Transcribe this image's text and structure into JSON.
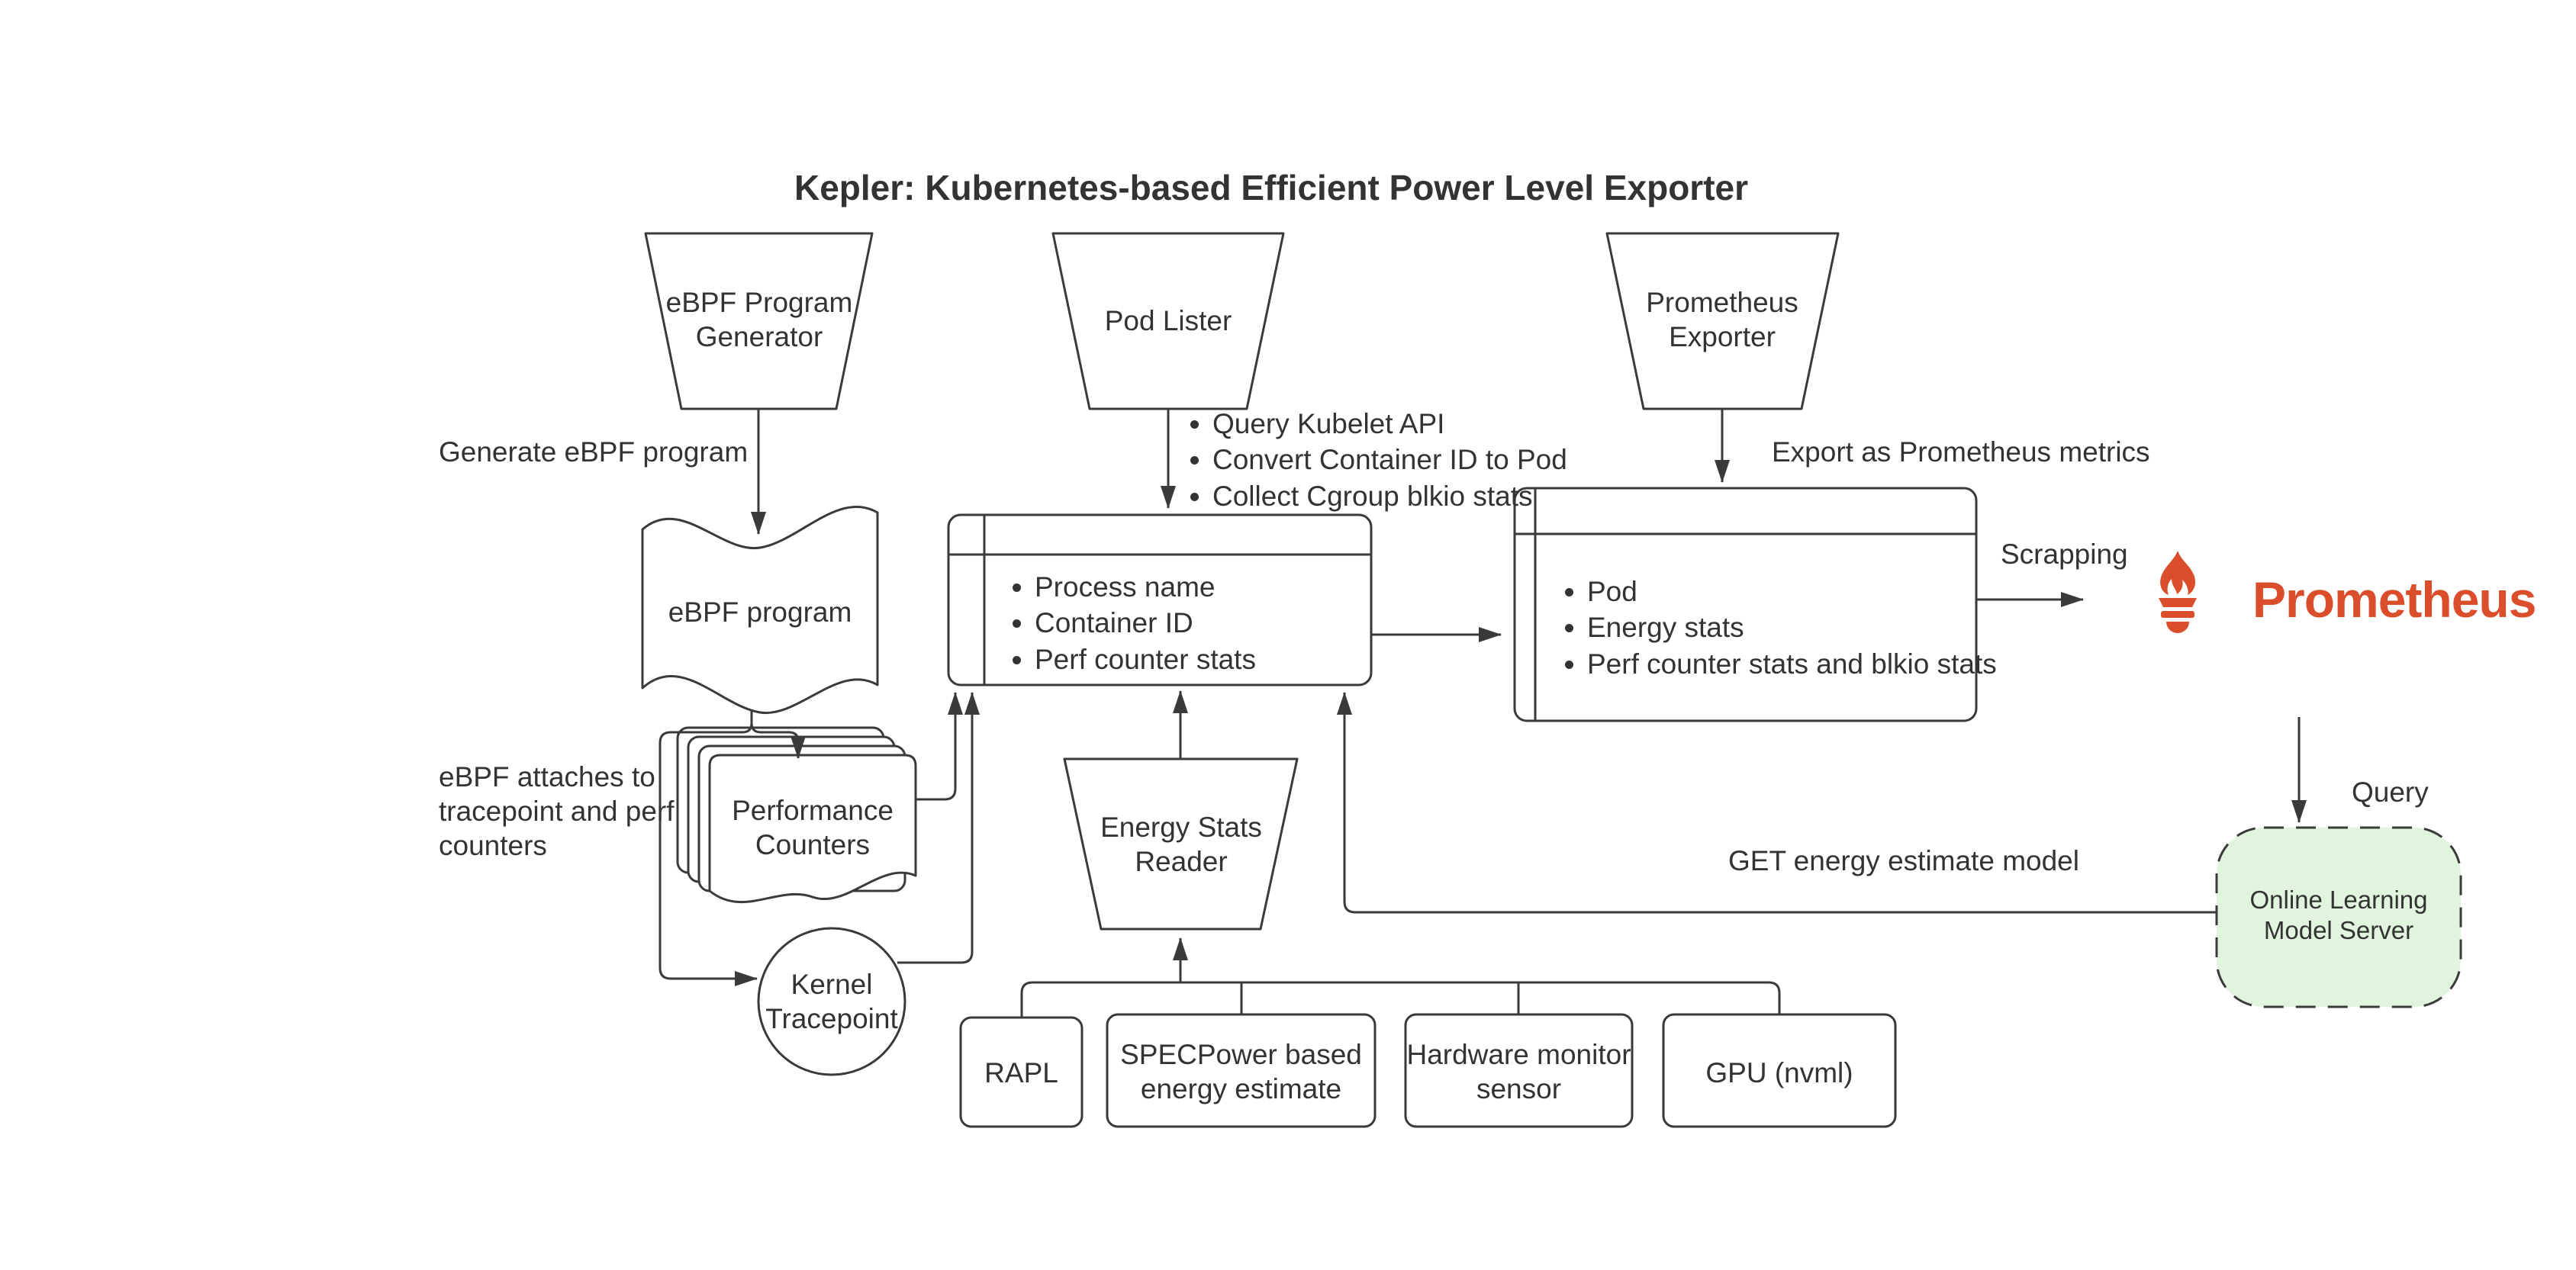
{
  "title": "Kepler: Kubernetes-based Efficient Power Level Exporter",
  "colors": {
    "stroke": "#3a3a3a",
    "text": "#333333",
    "model_server_fill": "#e1f5de",
    "prometheus_orange": "#db4e2b"
  },
  "nodes": {
    "ebpf_program_generator": "eBPF Program Generator",
    "pod_lister": "Pod Lister",
    "prometheus_exporter": "Prometheus Exporter",
    "ebpf_program": "eBPF program",
    "performance_counters": "Performance Counters",
    "kernel_tracepoint": "Kernel Tracepoint",
    "energy_stats_reader": "Energy Stats Reader",
    "online_learning_model_server": "Online Learning Model Server",
    "rapl": "RAPL",
    "specpower": "SPECPower based energy estimate",
    "hardware_monitor": "Hardware monitor sensor",
    "gpu": "GPU (nvml)"
  },
  "stores": {
    "process_stats": {
      "items": [
        "Process name",
        "Container ID",
        "Perf counter stats"
      ]
    },
    "pod_stats": {
      "items": [
        "Pod",
        "Energy stats",
        "Perf counter stats and blkio stats"
      ]
    }
  },
  "edge_labels": {
    "generate_ebpf_program": "Generate eBPF program",
    "pod_lister_tasks": {
      "items": [
        "Query Kubelet API",
        "Convert Container ID to Pod",
        "Collect Cgroup blkio stats"
      ]
    },
    "export_metrics": "Export as Prometheus metrics",
    "scrapping": "Scrapping",
    "query": "Query",
    "get_model": "GET energy estimate model",
    "ebpf_attaches": "eBPF attaches to tracepoint and perf counters"
  },
  "prometheus": {
    "wordmark": "Prometheus"
  }
}
